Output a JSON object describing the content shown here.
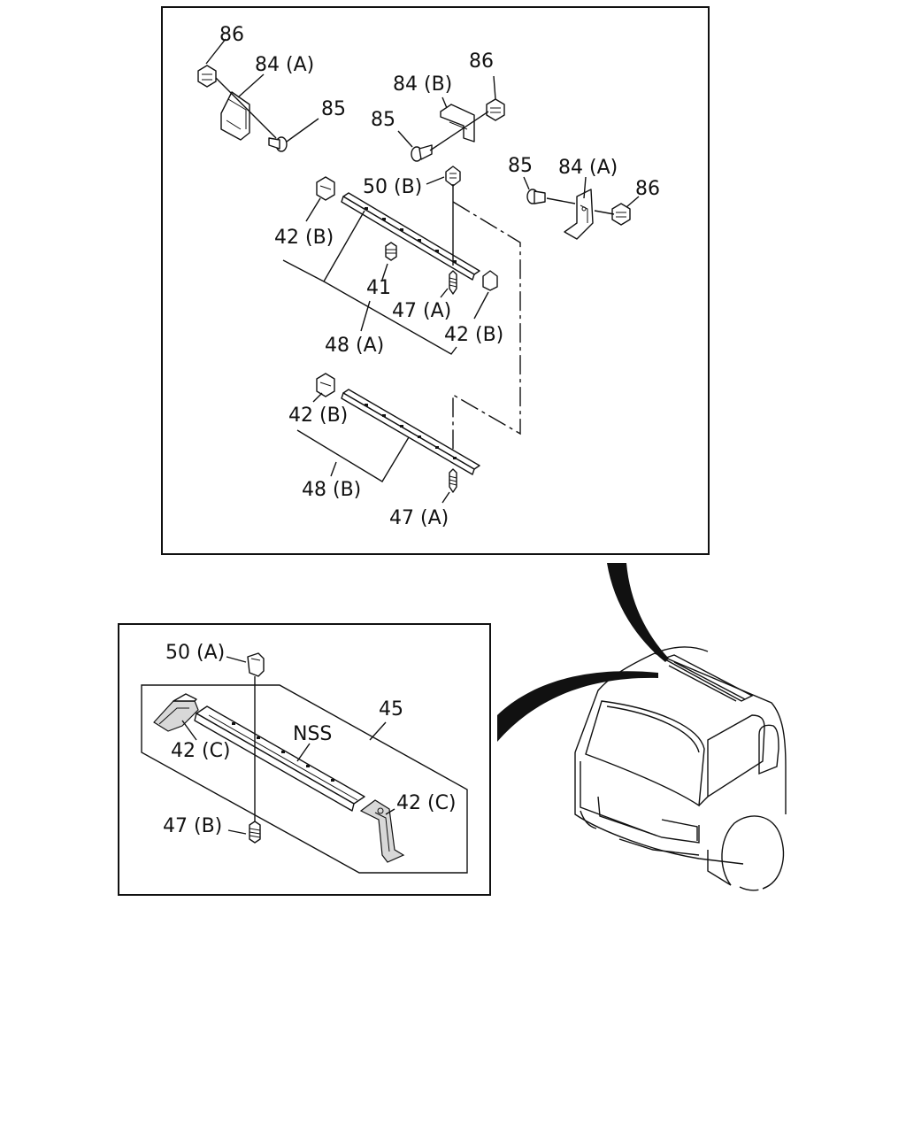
{
  "top_panel": {
    "labels": {
      "l86_a": "86",
      "l84a_a": "84 (A)",
      "l85_a": "85",
      "l84b": "84 (B)",
      "l86_b": "86",
      "l85_b": "85",
      "l85_c": "85",
      "l84a_b": "84 (A)",
      "l86_c": "86",
      "l50b": "50 (B)",
      "l42b_a": "42 (B)",
      "l41": "41",
      "l47a_a": "47 (A)",
      "l42b_b": "42 (B)",
      "l48a": "48 (A)",
      "l42b_c": "42 (B)",
      "l48b": "48 (B)",
      "l47a_b": "47 (A)"
    }
  },
  "bottom_panel": {
    "labels": {
      "l50a": "50 (A)",
      "l45": "45",
      "lnss": "NSS",
      "l42c_a": "42 (C)",
      "l42c_b": "42 (C)",
      "l47b": "47 (B)"
    }
  }
}
